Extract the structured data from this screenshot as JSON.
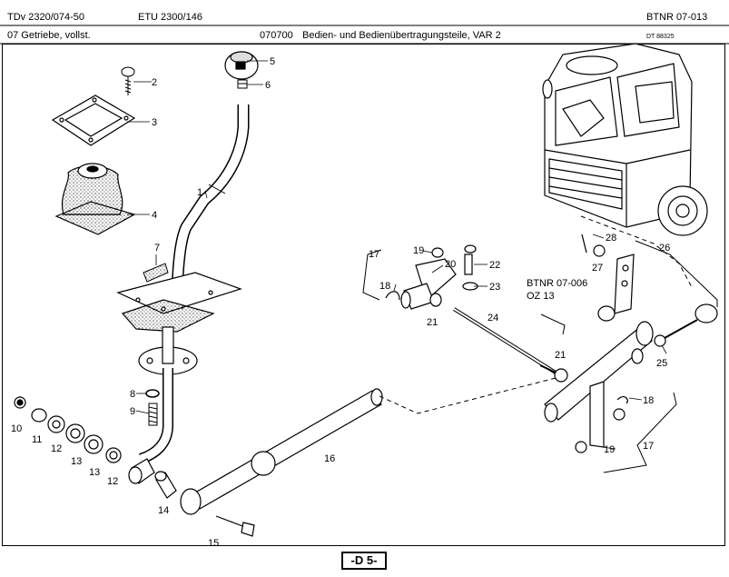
{
  "header": {
    "model": "TDv 2320/074-50",
    "etu": "ETU 2300/146",
    "btnr": "BTNR 07-013",
    "group": "07 Getriebe, vollst.",
    "section_number": "070700",
    "section_title": "Bedien- und Bedienübertragungsteile, VAR 2",
    "drawing_ref": "DT 88325"
  },
  "reference_note": {
    "line1": "BTNR 07-006",
    "line2": "OZ 13"
  },
  "footer": {
    "page_label": "-D 5-"
  },
  "callouts": {
    "c1": "1",
    "c2": "2",
    "c3": "3",
    "c4": "4",
    "c5": "5",
    "c6": "6",
    "c7": "7",
    "c8": "8",
    "c9": "9",
    "c10": "10",
    "c11": "11",
    "c12a": "12",
    "c12b": "12",
    "c13a": "13",
    "c13b": "13",
    "c14": "14",
    "c15": "15",
    "c16": "16",
    "c17a": "17",
    "c17b": "17",
    "c18a": "18",
    "c18b": "18",
    "c19a": "19",
    "c19b": "19",
    "c20": "20",
    "c21a": "21",
    "c21b": "21",
    "c22": "22",
    "c23": "23",
    "c24": "24",
    "c25": "25",
    "c26": "26",
    "c27": "27",
    "c28": "28"
  }
}
